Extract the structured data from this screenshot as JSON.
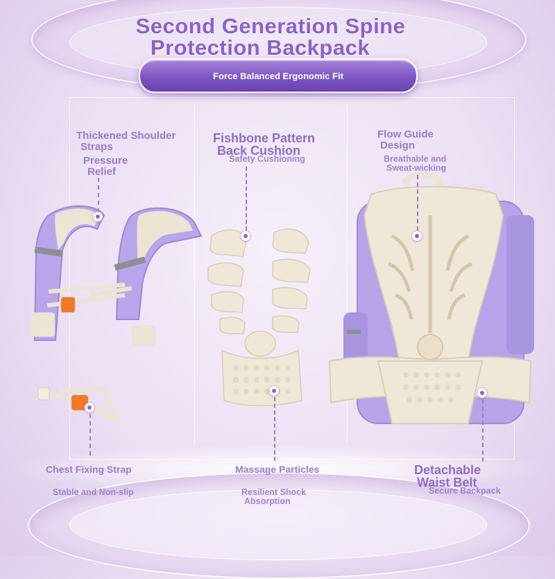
{
  "header": {
    "title_line1": "Second Generation Spine",
    "title_line2": "Protection Backpack",
    "subtitle": "Force Balanced Ergonomic Fit"
  },
  "features": {
    "shoulder": {
      "title_line1": "Thickened Shoulder",
      "title_line2": "Straps",
      "sub_line1": "Pressure",
      "sub_line2": "Relief"
    },
    "cushion": {
      "title_line1": "Fishbone Pattern",
      "title_line2": "Back Cushion",
      "sub": "Safety Cushioning"
    },
    "flow": {
      "title_line1": "Flow Guide",
      "title_line2": "Design",
      "sub_line1": "Breathable and",
      "sub_line2": "Sweat-wicking"
    },
    "chest": {
      "title": "Chest Fixing Strap",
      "sub": "Stable and Non-slip"
    },
    "massage": {
      "title": "Massage Particles",
      "sub_line1": "Resilient Shock",
      "sub_line2": "Absorption"
    },
    "waist": {
      "title_line1": "Detachable",
      "title_line2": "Waist Belt",
      "sub": "Secure Backpack"
    }
  },
  "colors": {
    "accent_purple": "#8a63c4",
    "bag_lavender": "#b6a3e8",
    "cushion_cream": "#efe7d8",
    "buckle_orange": "#f07a2a"
  }
}
